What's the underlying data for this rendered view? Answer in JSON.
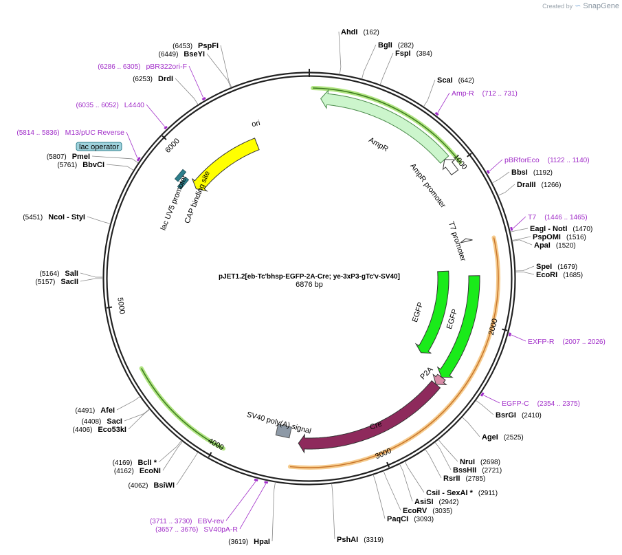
{
  "credit": {
    "created": "Created by",
    "logo_icon": "snapgene-logo-icon",
    "brand": "SnapGene"
  },
  "plasmid": {
    "name": "pJET1.2[eb-Tc'bhsp-EGFP-2A-Cre; ye-3xP3-gTc'v-SV40]",
    "length": "6876 bp",
    "size": 6876
  },
  "ticks": [
    {
      "bp": 1000,
      "label": "1000"
    },
    {
      "bp": 2000,
      "label": "2000"
    },
    {
      "bp": 3000,
      "label": "3000"
    },
    {
      "bp": 4000,
      "label": "4000"
    },
    {
      "bp": 5000,
      "label": "5000"
    },
    {
      "bp": 6000,
      "label": "6000"
    }
  ],
  "sites": [
    {
      "bp": 162,
      "pos": "(162)",
      "name": "AhdI",
      "side": "R"
    },
    {
      "bp": 282,
      "pos": "(282)",
      "name": "BglI",
      "side": "R"
    },
    {
      "bp": 384,
      "pos": "(384)",
      "name": "FspI",
      "side": "R"
    },
    {
      "bp": 642,
      "pos": "(642)",
      "name": "ScaI",
      "side": "R"
    },
    {
      "bp": 1192,
      "pos": "(1192)",
      "name": "BbsI",
      "side": "R"
    },
    {
      "bp": 1266,
      "pos": "(1266)",
      "name": "DraIII",
      "side": "R"
    },
    {
      "bp": 1470,
      "pos": "(1470)",
      "name": "EagI - NotI",
      "side": "R"
    },
    {
      "bp": 1516,
      "pos": "(1516)",
      "name": "PspOMI",
      "side": "R"
    },
    {
      "bp": 1520,
      "pos": "(1520)",
      "name": "ApaI",
      "side": "R"
    },
    {
      "bp": 1679,
      "pos": "(1679)",
      "name": "SpeI",
      "side": "R"
    },
    {
      "bp": 1685,
      "pos": "(1685)",
      "name": "EcoRI",
      "side": "R"
    },
    {
      "bp": 2410,
      "pos": "(2410)",
      "name": "BsrGI",
      "side": "R"
    },
    {
      "bp": 2525,
      "pos": "(2525)",
      "name": "AgeI",
      "side": "R"
    },
    {
      "bp": 2698,
      "pos": "(2698)",
      "name": "NruI",
      "side": "R"
    },
    {
      "bp": 2721,
      "pos": "(2721)",
      "name": "BssHII",
      "side": "R"
    },
    {
      "bp": 2785,
      "pos": "(2785)",
      "name": "RsrII",
      "side": "R"
    },
    {
      "bp": 2911,
      "pos": "(2911)",
      "name": "CsiI - SexAI *",
      "side": "R"
    },
    {
      "bp": 2942,
      "pos": "(2942)",
      "name": "AsiSI",
      "side": "R"
    },
    {
      "bp": 3035,
      "pos": "(3035)",
      "name": "EcoRV",
      "side": "R"
    },
    {
      "bp": 3093,
      "pos": "(3093)",
      "name": "PaqCI",
      "side": "R"
    },
    {
      "bp": 3319,
      "pos": "(3319)",
      "name": "PshAI",
      "side": "R"
    },
    {
      "bp": 3619,
      "pos": "(3619)",
      "name": "HpaI",
      "side": "L"
    },
    {
      "bp": 4062,
      "pos": "(4062)",
      "name": "BsiWI",
      "side": "L"
    },
    {
      "bp": 4162,
      "pos": "(4162)",
      "name": "EcoNI",
      "side": "L"
    },
    {
      "bp": 4169,
      "pos": "(4169)",
      "name": "BclI *",
      "side": "L"
    },
    {
      "bp": 4406,
      "pos": "(4406)",
      "name": "Eco53kI",
      "side": "L"
    },
    {
      "bp": 4408,
      "pos": "(4408)",
      "name": "SacI",
      "side": "L"
    },
    {
      "bp": 4491,
      "pos": "(4491)",
      "name": "AfeI",
      "side": "L"
    },
    {
      "bp": 5157,
      "pos": "(5157)",
      "name": "SacII",
      "side": "L"
    },
    {
      "bp": 5164,
      "pos": "(5164)",
      "name": "SalI",
      "side": "L"
    },
    {
      "bp": 5451,
      "pos": "(5451)",
      "name": "NcoI - StyI",
      "side": "L"
    },
    {
      "bp": 5761,
      "pos": "(5761)",
      "name": "BbvCI",
      "side": "L"
    },
    {
      "bp": 5807,
      "pos": "(5807)",
      "name": "PmeI",
      "side": "L"
    },
    {
      "bp": 6253,
      "pos": "(6253)",
      "name": "DrdI",
      "side": "L"
    },
    {
      "bp": 6449,
      "pos": "(6449)",
      "name": "BseYI",
      "side": "L"
    },
    {
      "bp": 6453,
      "pos": "(6453)",
      "name": "PspFI",
      "side": "L"
    }
  ],
  "primers": [
    {
      "start": 712,
      "end": 731,
      "name": "Amp-R",
      "range": "(712 .. 731)",
      "side": "R"
    },
    {
      "start": 1122,
      "end": 1140,
      "name": "pBRforEco",
      "range": "(1122 .. 1140)",
      "side": "R"
    },
    {
      "start": 1446,
      "end": 1465,
      "name": "T7",
      "range": "(1446 .. 1465)",
      "side": "R"
    },
    {
      "start": 2007,
      "end": 2026,
      "name": "EXFP-R",
      "range": "(2007 .. 2026)",
      "side": "R"
    },
    {
      "start": 2354,
      "end": 2375,
      "name": "EGFP-C",
      "range": "(2354 .. 2375)",
      "side": "R"
    },
    {
      "start": 3711,
      "end": 3730,
      "name": "EBV-rev",
      "range": "(3711 .. 3730)",
      "side": "L"
    },
    {
      "start": 3657,
      "end": 3676,
      "name": "SV40pA-R",
      "range": "(3657 .. 3676)",
      "side": "L"
    },
    {
      "start": 6035,
      "end": 6052,
      "name": "L4440",
      "range": "(6035 .. 6052)",
      "side": "L"
    },
    {
      "start": 5814,
      "end": 5836,
      "name": "M13/pUC Reverse",
      "range": "(5814 .. 5836)",
      "side": "L"
    },
    {
      "start": 6286,
      "end": 6305,
      "name": "pBR322ori-F",
      "range": "(6286 .. 6305)",
      "side": "L"
    }
  ],
  "features": [
    {
      "name": "ori",
      "start": 5890,
      "end": 6470,
      "dir": "rev",
      "color": "#ffff00"
    },
    {
      "name": "AmpR",
      "start": 70,
      "end": 930,
      "dir": "rev",
      "color": "#ccf5cc"
    },
    {
      "name": "AmpR promoter",
      "start": 930,
      "end": 1030,
      "dir": "rev",
      "color": "#ffffff"
    },
    {
      "name": "T7 promoter",
      "start": 1446,
      "end": 1465,
      "dir": "rev",
      "color": "#ffffff"
    },
    {
      "name": "EGFP",
      "start": 1700,
      "end": 2420,
      "dir": "fwd",
      "color": "#1aeb1a"
    },
    {
      "name": "EGFP",
      "start": 1700,
      "end": 2420,
      "dir": "fwd",
      "color": "#1aeb1a"
    },
    {
      "name": "P2A",
      "start": 2420,
      "end": 2480,
      "dir": "fwd",
      "color": "#d88ca8"
    },
    {
      "name": "Cre",
      "start": 2480,
      "end": 3510,
      "dir": "fwd",
      "color": "#8e2a5c"
    },
    {
      "name": "SV40 poly(A) signal",
      "start": 3560,
      "end": 3680,
      "dir": "none",
      "color": "#8d99a6"
    },
    {
      "name": "lac UV5 promoter",
      "start": 5850,
      "end": 5880,
      "dir": "none",
      "color": "#2d7f8c"
    },
    {
      "name": "CAP binding site",
      "start": 5890,
      "end": 5910,
      "dir": "none",
      "color": "#2d7f8c"
    },
    {
      "name": "lac operator",
      "start": 5836,
      "end": 5850,
      "dir": "none",
      "color": "#9fd2dc"
    }
  ],
  "highlights": [
    {
      "name": "green-arc-top",
      "start": 20,
      "end": 1000,
      "color": "#8ed84c"
    },
    {
      "name": "orange-arc",
      "start": 1480,
      "end": 3550,
      "color": "#f2b55c"
    },
    {
      "name": "green-arc-left",
      "start": 3950,
      "end": 4620,
      "color": "#8ed84c"
    }
  ]
}
